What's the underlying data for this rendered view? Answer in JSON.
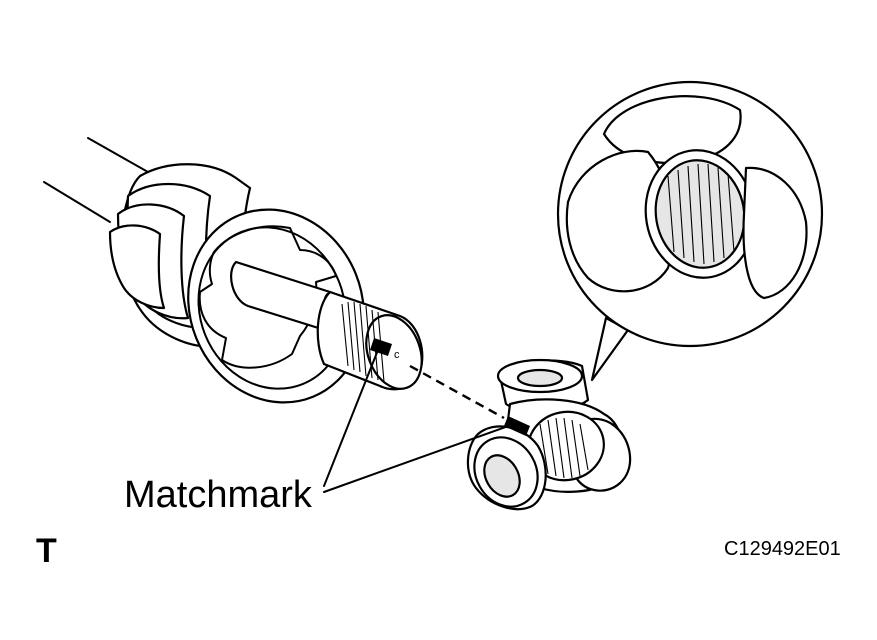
{
  "labels": {
    "matchmark": "Matchmark",
    "figure_id": "C129492E01",
    "view_letter": "T"
  },
  "icons": {
    "drive_shaft": "drive-shaft-boot-illustration",
    "tripod": "tripod-joint-illustration",
    "detail": "spline-detail-magnifier"
  }
}
